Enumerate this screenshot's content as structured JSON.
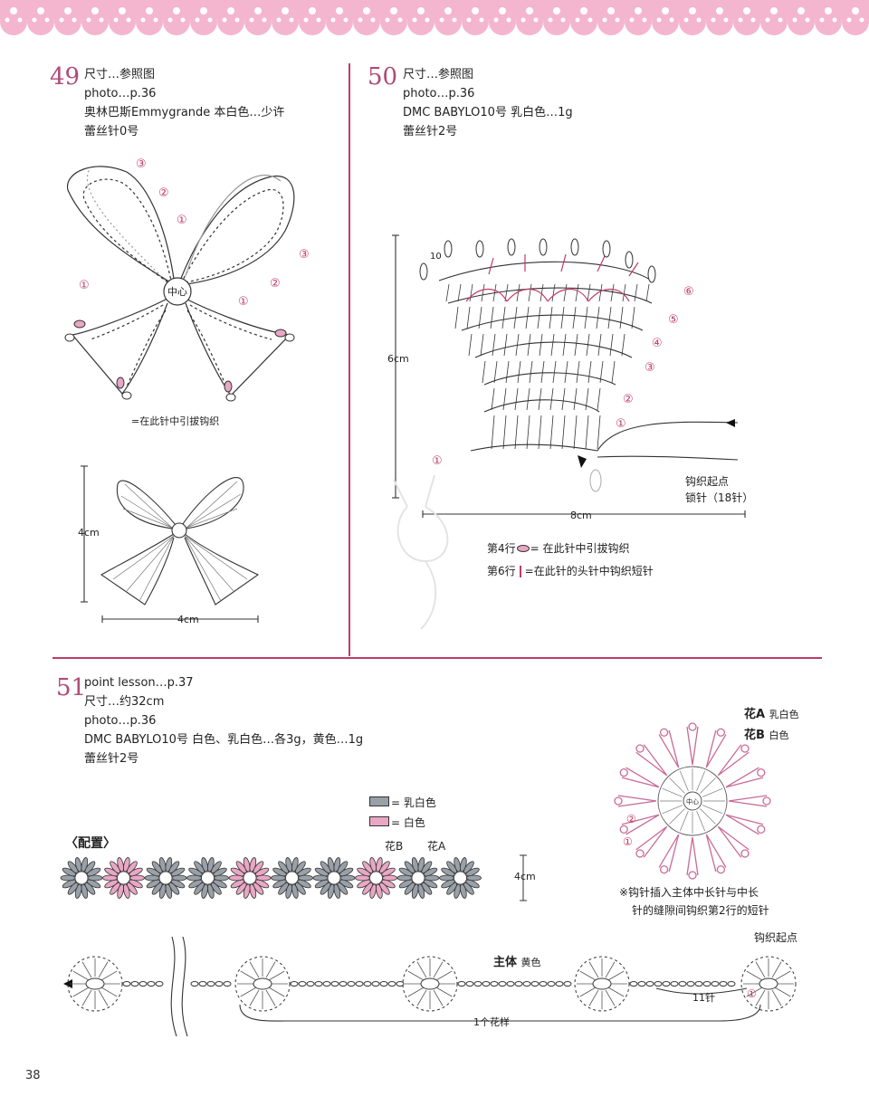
{
  "colors": {
    "pink": "#e8a7c4",
    "gray": "#9aa0a8",
    "accent": "#b04a78",
    "line": "#333333"
  },
  "p49": {
    "number": "49",
    "lines": [
      "尺寸…参照图",
      "photo…p.36",
      "奥林巴斯Emmygrande  本白色…少许",
      "蕾丝针0号"
    ],
    "center_label": "中心",
    "legend": "=在此针中引拔钩织",
    "dim_v": "4cm",
    "dim_h": "4cm",
    "rows": [
      "①",
      "②",
      "③"
    ]
  },
  "p50": {
    "number": "50",
    "lines": [
      "尺寸…参照图",
      "photo…p.36",
      "DMC BABYLO10号  乳白色…1g",
      "蕾丝针2号"
    ],
    "dim_v": "6cm",
    "dim_h": "8cm",
    "start": "钩织起点",
    "chain": "锁针（18针）",
    "legend1": "第4行",
    "legend1b": "= 在此针中引拔钩织",
    "legend2": "第6行",
    "legend2b": "=在此针的头针中钩织短针",
    "rows": [
      "①",
      "②",
      "③",
      "④",
      "⑤",
      "⑥"
    ],
    "count": "10"
  },
  "p51": {
    "number": "51",
    "lines": [
      "point lesson…p.37",
      "尺寸…约32cm",
      "photo…p.36",
      "DMC BABYLO10号  白色、乳白色…各3g，黄色…1g",
      "蕾丝针2号"
    ],
    "flowerA": "花A",
    "flowerA_color": "乳白色",
    "flowerB": "花B",
    "flowerB_color": "白色",
    "legend_gray": "= 乳白色",
    "legend_pink": "= 白色",
    "layout_title": "〈配置〉",
    "tagB": "花B",
    "tagA": "花A",
    "dim": "4cm",
    "note1": "※钩针插入主体中长针与中长",
    "note2": "针的缝隙间钩织第2行的短针",
    "start": "钩织起点",
    "body": "主体",
    "body_color": "黄色",
    "stitch": "11针",
    "repeat": "1个花样",
    "center": "中心",
    "row1": "①",
    "row2": "②",
    "row3": "①"
  },
  "page_number": "38"
}
